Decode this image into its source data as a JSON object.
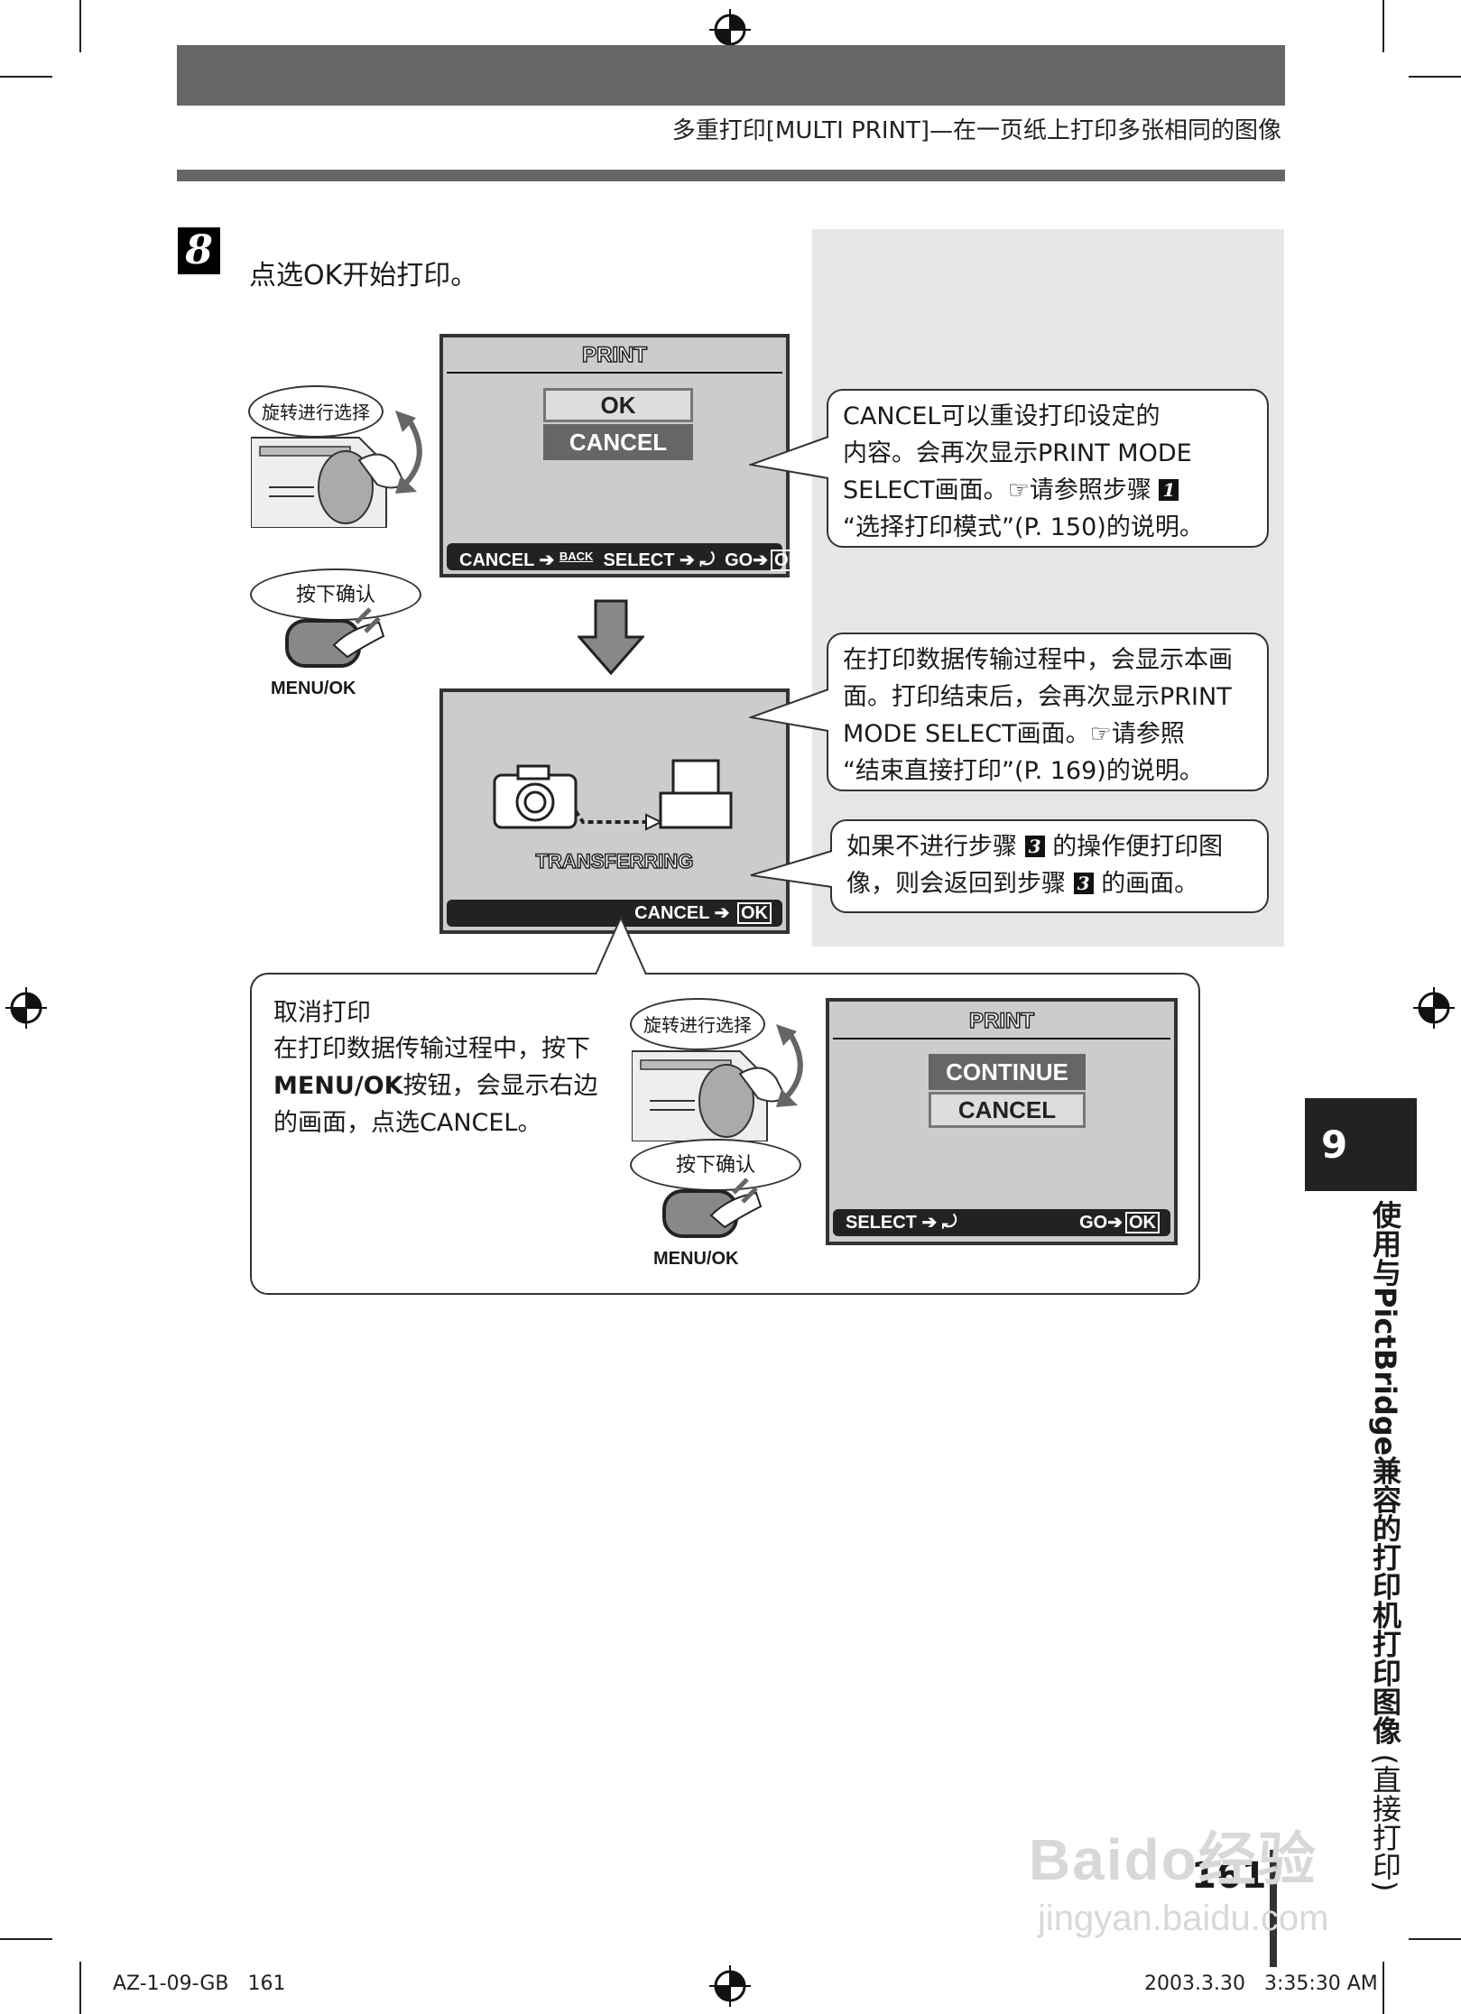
{
  "header": {
    "title": "多重打印[MULTI PRINT]—在一页纸上打印多张相同的图像"
  },
  "step": {
    "number": "8",
    "instruction": "点选OK开始打印。"
  },
  "screen_print": {
    "title": "PRINT",
    "option_ok": "OK",
    "option_cancel": "CANCEL",
    "bar_cancel": "CANCEL",
    "bar_back": "BACK",
    "bar_select": "SELECT",
    "bar_go": "GO",
    "bar_ok": "OK"
  },
  "controls": {
    "dial_hint": "旋转进行选择",
    "press_hint": "按下确认",
    "button_label": "MENU/OK"
  },
  "screen_transfer": {
    "status": "TRANSFERRING",
    "bar_cancel": "CANCEL",
    "bar_ok": "OK"
  },
  "callouts": {
    "cancel_note_1": "CANCEL可以重设打印设定的",
    "cancel_note_2": "内容。会再次显示PRINT MODE",
    "cancel_note_3": "SELECT画面。",
    "cancel_note_3b": "请参照步骤",
    "cancel_note_step": "1",
    "cancel_note_4": "“选择打印模式”(P. 150)的说明。",
    "transfer_note_1": "在打印数据传输过程中，会显示本画",
    "transfer_note_2": "面。打印结束后，会再次显示PRINT",
    "transfer_note_3": "MODE SELECT画面。",
    "transfer_note_3b": "请参照",
    "transfer_note_4": "“结束直接打印”(P. 169)的说明。",
    "skip_note_1a": "如果不进行步骤",
    "skip_note_step": "3",
    "skip_note_1b": "的操作便打印图",
    "skip_note_2a": "像，则会返回到步骤",
    "skip_note_2b": "的画面。"
  },
  "cancel_print": {
    "heading": "取消打印",
    "line1": "在打印数据传输过程中，按下",
    "line2_bold": "MENU/OK",
    "line2_rest": "按钮，会显示右边",
    "line3": "的画面，点选CANCEL。"
  },
  "screen_continue": {
    "title": "PRINT",
    "option_continue": "CONTINUE",
    "option_cancel": "CANCEL",
    "bar_select": "SELECT",
    "bar_go": "GO",
    "bar_ok": "OK"
  },
  "sidebar": {
    "chapter_number": "9",
    "chapter_title": "使用与PictBridge兼容的打印机打印图像",
    "chapter_subtitle": "(直接打印)"
  },
  "page": {
    "number": "161"
  },
  "footer": {
    "left": "AZ-1-09-GB   161",
    "right": "2003.3.30   3:35:30 AM"
  },
  "watermark": {
    "main": "Baido经验",
    "sub": "jingyan.baidu.com"
  }
}
